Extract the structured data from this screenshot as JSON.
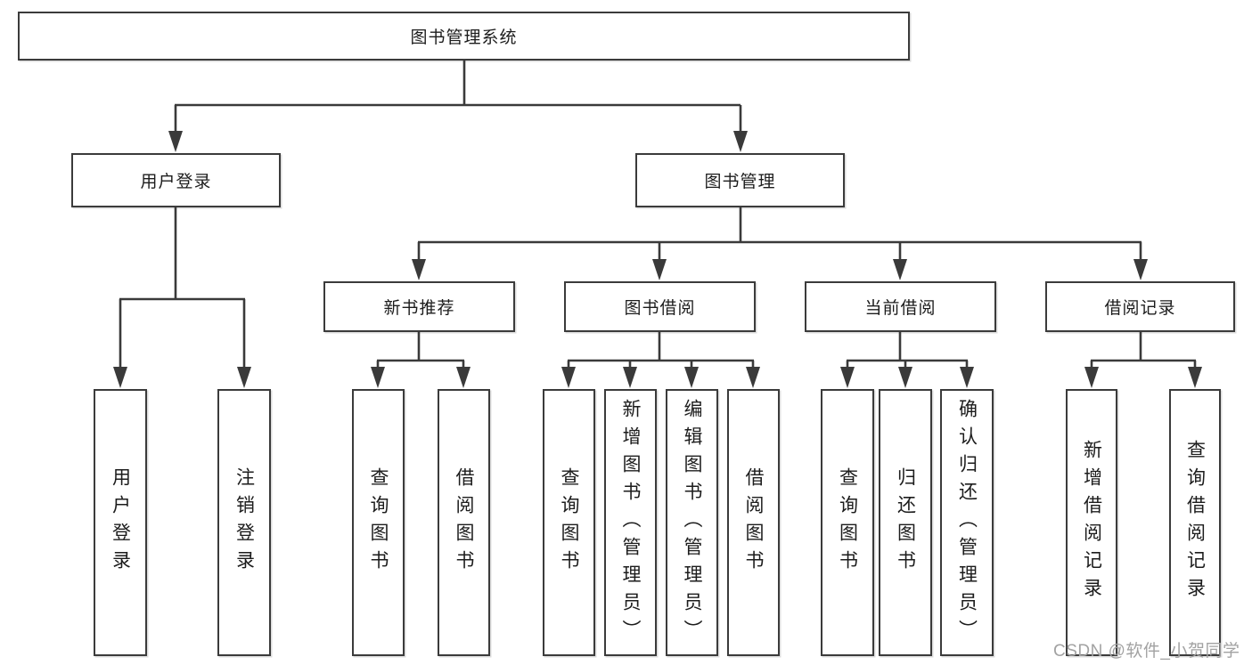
{
  "diagram": {
    "title_node": {
      "label": "图书管理系统"
    },
    "level2": {
      "user_login": {
        "label": "用户登录"
      },
      "book_mgmt": {
        "label": "图书管理"
      }
    },
    "level3": {
      "new_book_rec": {
        "label": "新书推荐"
      },
      "book_borrow": {
        "label": "图书借阅"
      },
      "current_borrow": {
        "label": "当前借阅"
      },
      "borrow_records": {
        "label": "借阅记录"
      }
    },
    "leaves": [
      {
        "label": "用户登录",
        "parent": "用户登录"
      },
      {
        "label": "注销登录",
        "parent": "用户登录"
      },
      {
        "label": "查询图书",
        "parent": "新书推荐"
      },
      {
        "label": "借阅图书",
        "parent": "新书推荐"
      },
      {
        "label": "查询图书",
        "parent": "图书借阅"
      },
      {
        "label": "新增图书（管理员）",
        "parent": "图书借阅"
      },
      {
        "label": "编辑图书（管理员）",
        "parent": "图书借阅"
      },
      {
        "label": "借阅图书",
        "parent": "图书借阅"
      },
      {
        "label": "查询图书",
        "parent": "当前借阅"
      },
      {
        "label": "归还图书",
        "parent": "当前借阅"
      },
      {
        "label": "确认归还（管理员）",
        "parent": "当前借阅"
      },
      {
        "label": "新增借阅记录",
        "parent": "借阅记录"
      },
      {
        "label": "查询借阅记录",
        "parent": "借阅记录"
      }
    ]
  },
  "watermark": {
    "text": "CSDN @软件_小贺同学"
  },
  "colors": {
    "line": "#3a3a3a",
    "box_border": "#3b3b3b",
    "text": "#1c1c1c",
    "watermark": "#a2a2a2",
    "background": "#ffffff"
  }
}
